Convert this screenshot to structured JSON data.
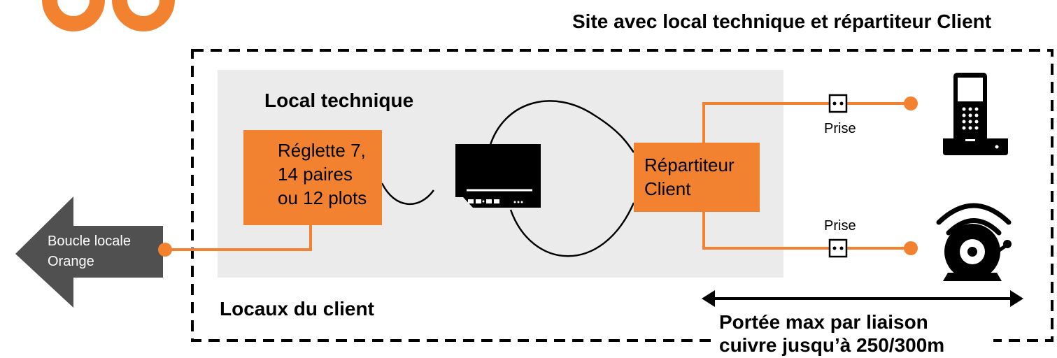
{
  "title": "Site avec local technique et répartiteur Client",
  "local_technique_label": "Local technique",
  "reglette_label": [
    "Réglette 7,",
    "14 paires",
    "ou 12 plots"
  ],
  "repartiteur_label": [
    "Répartiteur",
    "Client"
  ],
  "prise_top_label": "Prise",
  "prise_bottom_label": "Prise",
  "boucle_label": [
    "Boucle locale",
    "Orange"
  ],
  "locaux_label": "Locaux du client",
  "portee_label": [
    "Portée max par liaison",
    "cuivre jusqu’à 250/300m"
  ],
  "colors": {
    "accent": "#f28230",
    "dark": "#505050",
    "room": "#ebebeb"
  }
}
